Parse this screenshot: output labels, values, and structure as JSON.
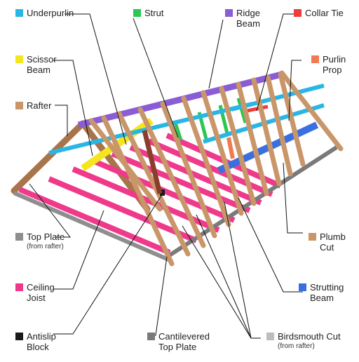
{
  "legend": [
    {
      "id": "underpurlin",
      "label": "Underpurlin",
      "color": "#29b6e6"
    },
    {
      "id": "strut",
      "label": "Strut",
      "color": "#2dc653"
    },
    {
      "id": "ridge_beam",
      "label": "Ridge Beam",
      "color": "#8a5cd6"
    },
    {
      "id": "collar_tie",
      "label": "Collar Tie",
      "color": "#ef3b3b"
    },
    {
      "id": "scissor_beam",
      "label": "Scissor Beam",
      "color": "#f5e51e"
    },
    {
      "id": "purlin_prop",
      "label": "Purlin Prop",
      "color": "#f27a52"
    },
    {
      "id": "rafter",
      "label": "Rafter",
      "color": "#c9966a"
    },
    {
      "id": "top_plate",
      "label": "Top Plate",
      "sub": "(from rafter)",
      "color": "#8e8e8e"
    },
    {
      "id": "plumb_cut",
      "label": "Plumb Cut",
      "color": "#c9966a"
    },
    {
      "id": "ceiling_joist",
      "label": "Ceiling Joist",
      "color": "#f0388a"
    },
    {
      "id": "strutting_beam",
      "label": "Strutting Beam",
      "color": "#3a6fe0"
    },
    {
      "id": "antislip_block",
      "label": "Antislip Block",
      "color": "#1a1a1a"
    },
    {
      "id": "cantilevered_top_plate",
      "label": "Cantilevered Top Plate",
      "color": "#7a7a7a"
    },
    {
      "id": "birdsmouth_cut",
      "label": "Birdsmouth Cut",
      "sub": "(from rafter)",
      "color": "#bdbdbd"
    }
  ]
}
